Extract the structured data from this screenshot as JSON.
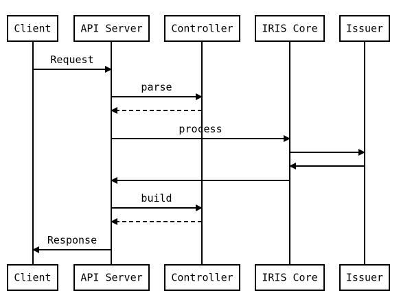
{
  "participants": [
    {
      "id": "client",
      "label": "Client"
    },
    {
      "id": "api",
      "label": "API Server"
    },
    {
      "id": "controller",
      "label": "Controller"
    },
    {
      "id": "iris",
      "label": "IRIS Core"
    },
    {
      "id": "issuer",
      "label": "Issuer"
    }
  ],
  "messages": [
    {
      "from": "client",
      "to": "api",
      "label": "Request",
      "style": "solid"
    },
    {
      "from": "api",
      "to": "controller",
      "label": "parse",
      "style": "solid"
    },
    {
      "from": "controller",
      "to": "api",
      "label": "",
      "style": "dashed"
    },
    {
      "from": "api",
      "to": "iris",
      "label": "process",
      "style": "solid"
    },
    {
      "from": "iris",
      "to": "issuer",
      "label": "",
      "style": "solid"
    },
    {
      "from": "issuer",
      "to": "iris",
      "label": "",
      "style": "solid"
    },
    {
      "from": "iris",
      "to": "api",
      "label": "",
      "style": "solid"
    },
    {
      "from": "api",
      "to": "controller",
      "label": "build",
      "style": "solid"
    },
    {
      "from": "controller",
      "to": "api",
      "label": "",
      "style": "dashed"
    },
    {
      "from": "api",
      "to": "client",
      "label": "Response",
      "style": "solid"
    }
  ]
}
